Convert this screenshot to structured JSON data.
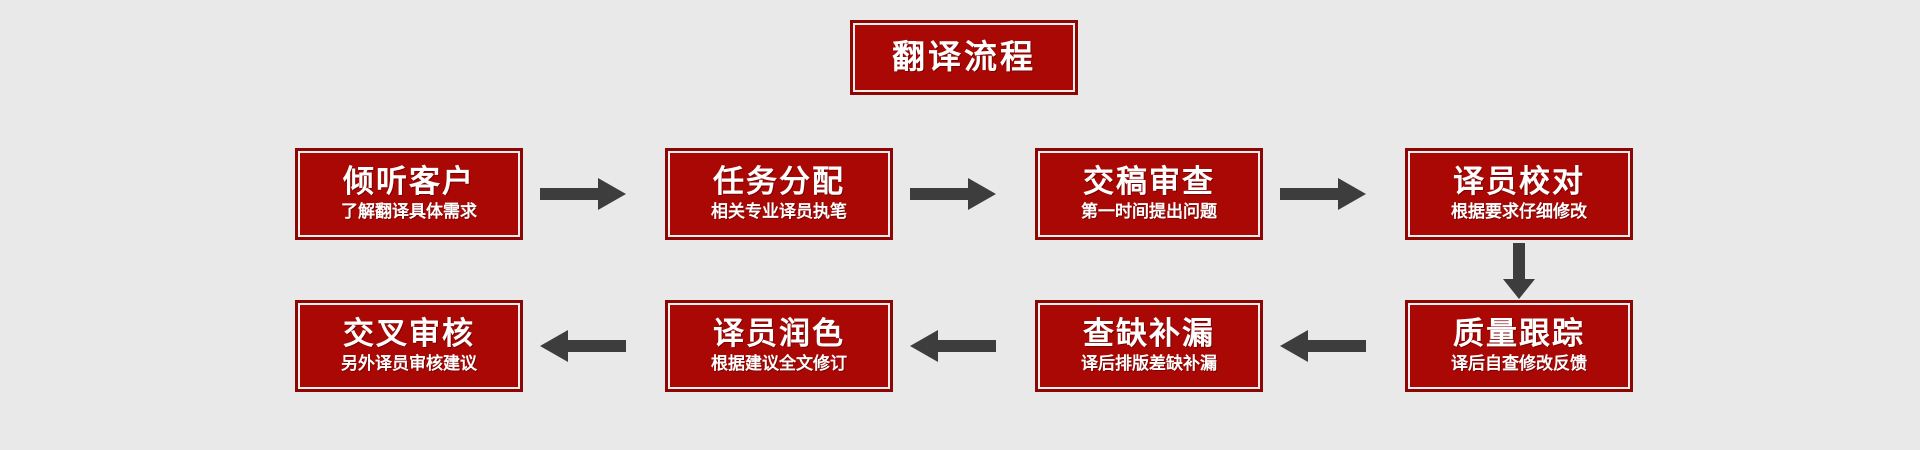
{
  "meta": {
    "background_color": "#e9e9e9",
    "box_fill_color": "#aa0805",
    "box_border_color": "#8d0604",
    "box_inner_line_color": "#f2eeee",
    "text_color": "#ffffff",
    "arrow_color": "#3d3d3d"
  },
  "header": {
    "title": "翻译流程"
  },
  "row1": {
    "direction": "left-to-right",
    "nodes": [
      {
        "title": "倾听客户",
        "subtitle": "了解翻译具体需求"
      },
      {
        "title": "任务分配",
        "subtitle": "相关专业译员执笔"
      },
      {
        "title": "交稿审查",
        "subtitle": "第一时间提出问题"
      },
      {
        "title": "译员校对",
        "subtitle": "根据要求仔细修改"
      }
    ]
  },
  "row2": {
    "direction": "right-to-left",
    "nodes": [
      {
        "title": "交叉审核",
        "subtitle": "另外译员审核建议"
      },
      {
        "title": "译员润色",
        "subtitle": "根据建议全文修订"
      },
      {
        "title": "查缺补漏",
        "subtitle": "译后排版差缺补漏"
      },
      {
        "title": "质量跟踪",
        "subtitle": "译后自查修改反馈"
      }
    ]
  },
  "arrows": [
    {
      "name": "arrow-right-1",
      "direction": "right"
    },
    {
      "name": "arrow-right-2",
      "direction": "right"
    },
    {
      "name": "arrow-right-3",
      "direction": "right"
    },
    {
      "name": "arrow-down-1",
      "direction": "down"
    },
    {
      "name": "arrow-left-1",
      "direction": "left"
    },
    {
      "name": "arrow-left-2",
      "direction": "left"
    },
    {
      "name": "arrow-left-3",
      "direction": "left"
    }
  ]
}
